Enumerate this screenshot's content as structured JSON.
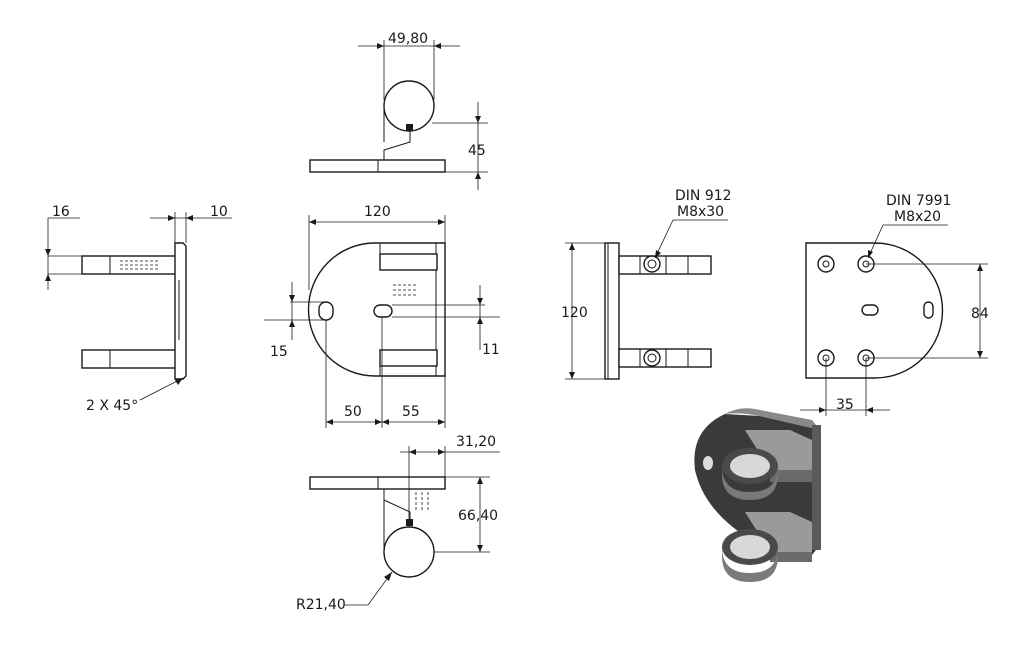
{
  "dimensions": {
    "top_width": "49,80",
    "top_height": "45",
    "side_16": "16",
    "side_10": "10",
    "chamfer": "2 X 45°",
    "front_width": "120",
    "front_15": "15",
    "front_11": "11",
    "front_50": "50",
    "front_55": "55",
    "bottom_31": "31,20",
    "bottom_66": "66,40",
    "radius": "R21,40",
    "right_120": "120",
    "din912_line1": "DIN 912",
    "din912_line2": "M8x30",
    "din7991_line1": "DIN 7991",
    "din7991_line2": "M8x20",
    "back_84": "84",
    "back_35": "35"
  },
  "colors": {
    "line": "#1a1a1a",
    "iso_dark": "#3a3a3a",
    "iso_mid": "#5a5a5a",
    "iso_light": "#8a8a8a"
  }
}
